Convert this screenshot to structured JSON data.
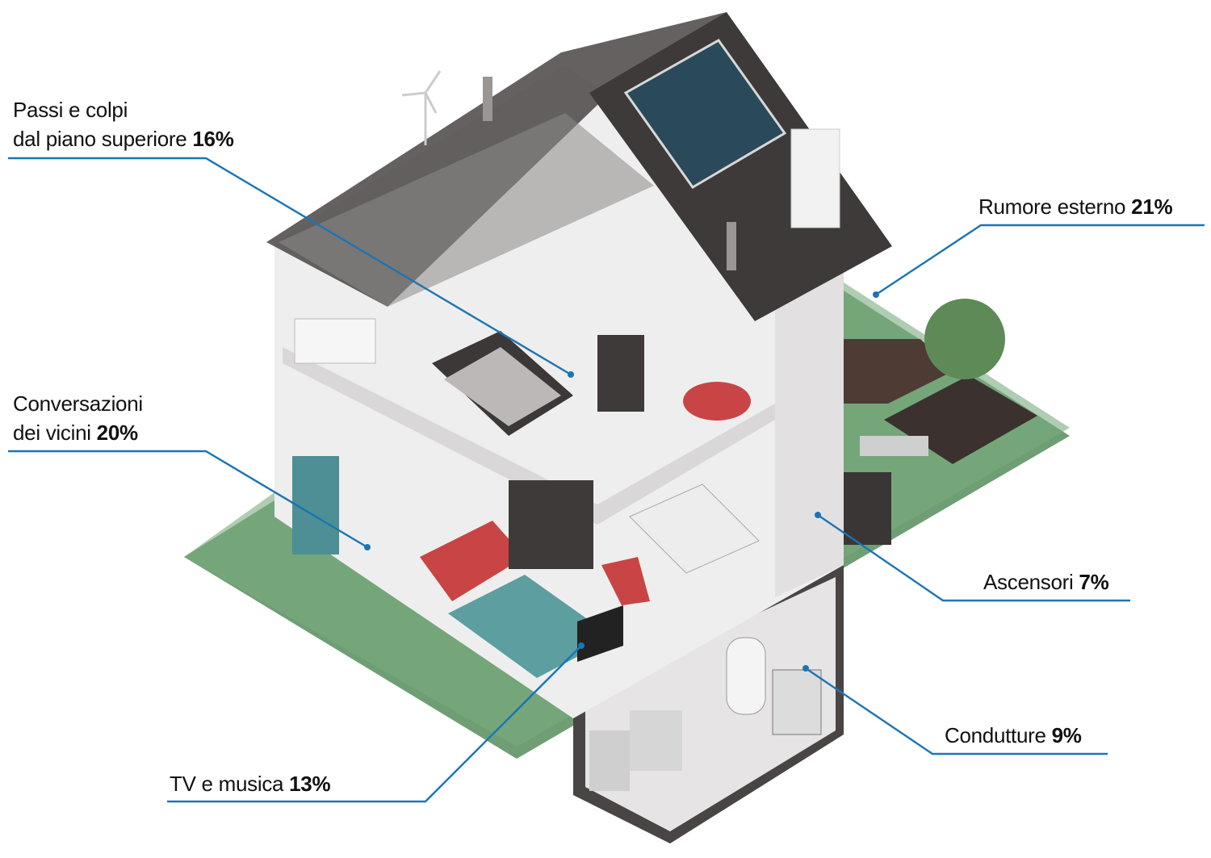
{
  "title": "Fonti di rumore in casa",
  "colors": {
    "line": "#1a75b5",
    "ground": "#6f9e74",
    "roof": "#3f3a3a",
    "wall": "#ecebeb",
    "accent_red": "#c94444",
    "teal": "#4d8f94"
  },
  "callouts": [
    {
      "id": "passi",
      "line1": "Passi e colpi",
      "line2": "dal piano superiore",
      "value": "16%"
    },
    {
      "id": "rumore-esterno",
      "line1": "Rumore esterno",
      "value": "21%"
    },
    {
      "id": "conversazioni",
      "line1": "Conversazioni",
      "line2": "dei vicini",
      "value": "20%"
    },
    {
      "id": "ascensori",
      "line1": "Ascensori",
      "value": "7%"
    },
    {
      "id": "condutture",
      "line1": "Condutture",
      "value": "9%"
    },
    {
      "id": "tv-musica",
      "line1": "TV e musica",
      "value": "13%"
    }
  ]
}
